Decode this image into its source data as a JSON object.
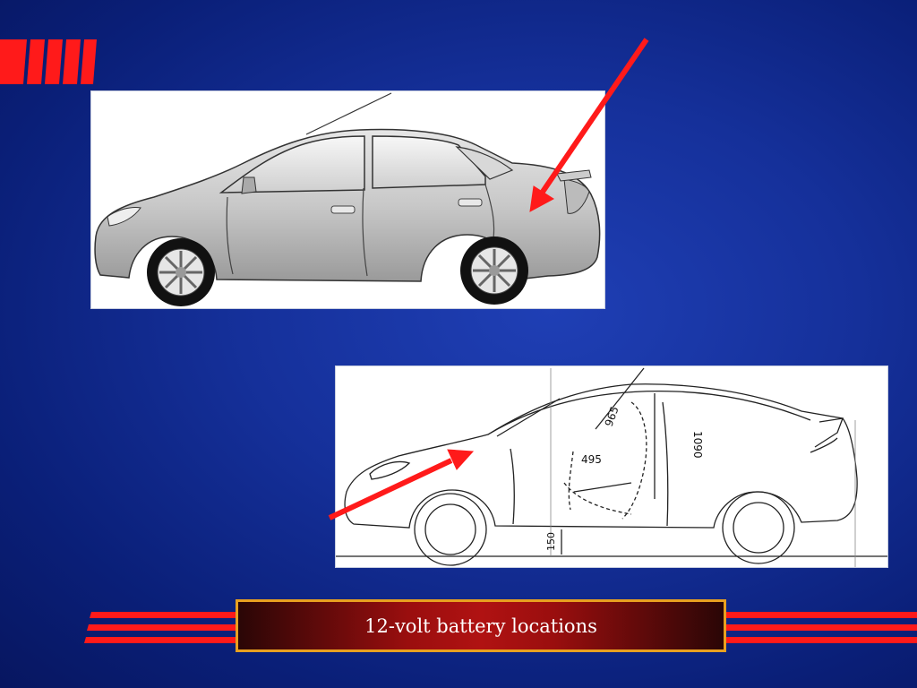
{
  "slide": {
    "caption": "12-volt battery locations"
  },
  "images": {
    "top_photo": "sedan-side-photo",
    "bottom_drawing": "coupe-technical-drawing"
  },
  "drawing_labels": {
    "dim_965": "965",
    "dim_1090": "1090",
    "dim_495": "495",
    "dim_150": "150"
  },
  "colors": {
    "background": "#15309a",
    "accent_red": "#ff1a1a",
    "caption_border": "#e8a020",
    "caption_fill": "#9a0e0e"
  }
}
